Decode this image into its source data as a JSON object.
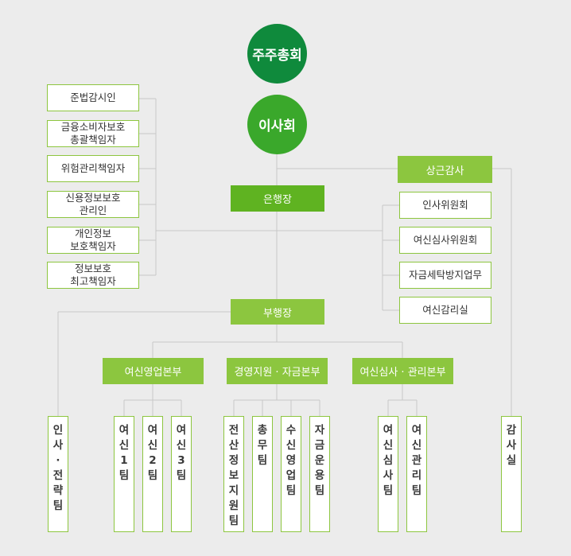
{
  "shareholders": "주주총회",
  "board": "이사회",
  "president": "은행장",
  "vice_president": "부행장",
  "auditor": "상근감사",
  "left_officers": [
    "준법감시인",
    "금융소비자보호\n총괄책임자",
    "위험관리책임자",
    "신용정보보호\n관리인",
    "개인정보\n보호책임자",
    "정보보호\n최고책임자"
  ],
  "committees": [
    "인사위원회",
    "여신심사위원회",
    "자금세탁방지업무",
    "여신감리실"
  ],
  "divisions": [
    "여신영업본부",
    "경영지원 · 자금본부",
    "여신심사 · 관리본부"
  ],
  "teams": [
    "인사·전략팀",
    "여신1팀",
    "여신2팀",
    "여신3팀",
    "전산정보지원팀",
    "총무팀",
    "수신영업팀",
    "자금운용팀",
    "여신심사팀",
    "여신관리팀",
    "감사실"
  ],
  "colors": {
    "circle_top": "#0f8a3c",
    "circle_board": "#3aa82b",
    "solid_dark": "#5fb321",
    "solid_light": "#8cc63f",
    "border": "#8dc63f",
    "line": "#c8c8c8"
  }
}
